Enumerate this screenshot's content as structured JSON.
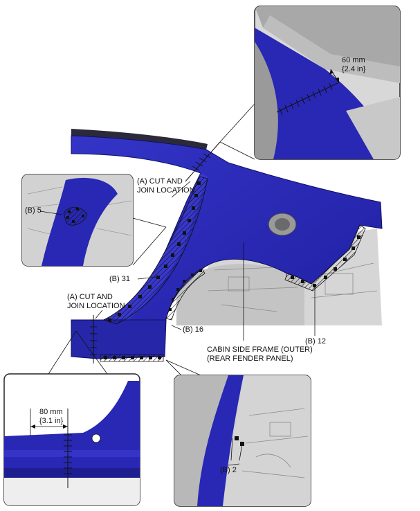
{
  "labels": {
    "cut_join_top_1": "(A) CUT AND",
    "cut_join_top_2": "JOIN LOCATION",
    "cut_join_left_1": "(A) CUT AND",
    "cut_join_left_2": "JOIN LOCATION",
    "b5": "(B) 5",
    "b31": "(B) 31",
    "b16": "(B) 16",
    "b12": "(B) 12",
    "b2": "(B) 2",
    "panel_1": "CABIN SIDE FRAME (OUTER)",
    "panel_2": "(REAR FENDER PANEL)",
    "dim_60_mm": "60 mm",
    "dim_60_in": "{2.4 in}",
    "dim_80_mm": "80 mm",
    "dim_80_in": "{3.1 in}"
  },
  "colors": {
    "panel_blue": "#2828b4",
    "panel_dark": "#14147a",
    "body_gray": "#cfcfcf",
    "line": "#111111"
  }
}
